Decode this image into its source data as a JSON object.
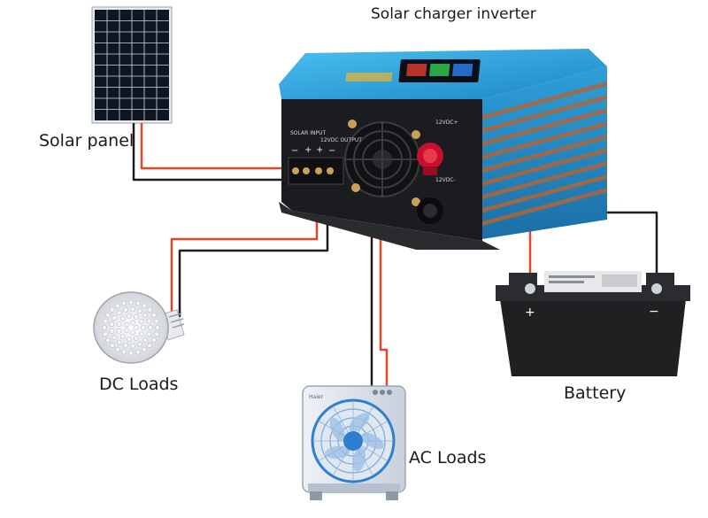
{
  "labels": {
    "inverter": "Solar charger inverter",
    "solar_panel": "Solar panel",
    "dc_loads": "DC Loads",
    "ac_loads": "AC Loads",
    "battery": "Battery"
  },
  "inverter_panel": {
    "solar_input": "SOLAR INPUT",
    "dc_output": "12VDC OUTPUT",
    "pos_terminal": "12VDC+",
    "neg_terminal": "12VDC-",
    "signs": [
      "−",
      "+",
      "+",
      "−"
    ]
  },
  "battery_marks": {
    "plus": "+",
    "minus": "−"
  },
  "fan_brand": "Haier",
  "colors": {
    "wire_red": "#e2462a",
    "wire_black": "#1c1c1c",
    "inverter_blue": "#2aa3dc",
    "inverter_dark": "#1a1a1a",
    "stripe_copper": "#b0643a",
    "battery_body": "#222222",
    "fan_blue": "#2f7fd0"
  }
}
